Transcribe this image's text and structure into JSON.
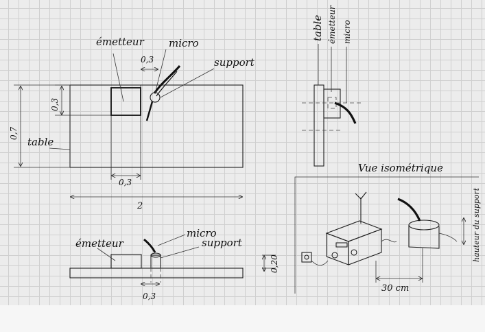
{
  "top_view": {
    "emitter_label": "émetteur",
    "micro_label": "micro",
    "support_label": "support",
    "table_label": "table",
    "dim_gap": "0,3",
    "dim_emitter_height": "0,3",
    "dim_table_depth": "0,7",
    "dim_emitter_x": "0,3",
    "dim_table_length": "2"
  },
  "side_view": {
    "table_label": "table",
    "emitter_label": "émetteur",
    "micro_label": "micro"
  },
  "front_view": {
    "emitter_label": "émetteur",
    "micro_label": "micro",
    "support_label": "support",
    "dim_height": "0,20",
    "dim_gap": "0,3"
  },
  "iso_view": {
    "title": "Vue isométrique",
    "distance_label": "30 cm",
    "height_label": "hauteur du support"
  }
}
